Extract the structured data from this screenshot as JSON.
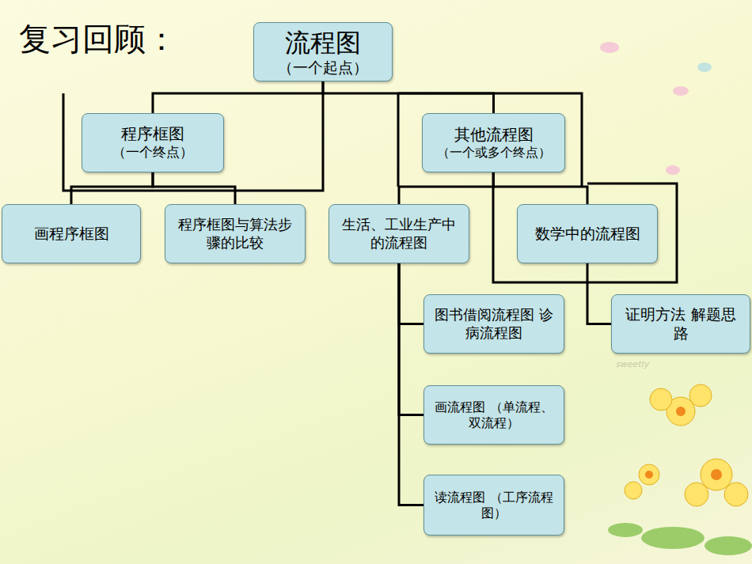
{
  "diagram": {
    "title": "复习回顾：",
    "nodes": [
      {
        "text": [
          "流程图",
          "（一个起点）"
        ]
      },
      {
        "text": [
          "程序框图",
          "（一个终点）"
        ]
      },
      {
        "text": [
          "其他流程图",
          "（一个或多个终点）"
        ]
      },
      {
        "text": [
          "画程序框图"
        ]
      },
      {
        "text": [
          "程序框图与算法步骤的比较"
        ]
      },
      {
        "text": [
          "生活、工业生产中的流程图"
        ]
      },
      {
        "text": [
          "数学中的流程图"
        ]
      },
      {
        "text": [
          "图书借阅流程图 诊病流程图"
        ]
      },
      {
        "text": [
          "证明方法 解题思路"
        ]
      },
      {
        "text": [
          "画流程图 （单流程、双流程）"
        ]
      },
      {
        "text": [
          "读流程图 （工序流程图）"
        ]
      }
    ],
    "edges": [
      {
        "from": 0,
        "to": 1,
        "arrow": "none"
      },
      {
        "from": 0,
        "to": 2,
        "arrow": "none"
      },
      {
        "from": 1,
        "to": 3,
        "arrow": "none"
      },
      {
        "from": 1,
        "to": 4,
        "arrow": "none"
      },
      {
        "from": 2,
        "to": 5,
        "arrow": "none"
      },
      {
        "from": 2,
        "to": 6,
        "arrow": "none"
      },
      {
        "from": 5,
        "to": 7,
        "arrow": "none"
      },
      {
        "from": 5,
        "to": 9,
        "arrow": "none"
      },
      {
        "from": 5,
        "to": 10,
        "arrow": "none"
      },
      {
        "from": 6,
        "to": 8,
        "arrow": "none"
      }
    ],
    "labels": [
      "sweetly"
    ]
  }
}
